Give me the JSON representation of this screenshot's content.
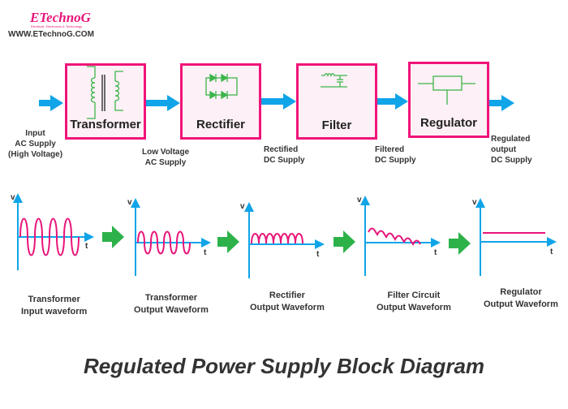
{
  "logo": {
    "name": "ETechnoG",
    "tagline": "Electrical, Electronics & Technology",
    "website": "WWW.ETechnoG.COM"
  },
  "colors": {
    "block_border": "#f0147a",
    "block_fill": "#fdf0f6",
    "flow_arrow": "#10a4e8",
    "symbol": "#3cb54a",
    "wave": "#e8157a",
    "axis": "#10a4e8",
    "step_arrow": "#2db24a"
  },
  "blocks": [
    {
      "label": "Transformer",
      "icon": "transformer-icon"
    },
    {
      "label": "Rectifier",
      "icon": "bridge-rectifier-icon"
    },
    {
      "label": "Filter",
      "icon": "lc-filter-icon"
    },
    {
      "label": "Regulator",
      "icon": "regulator-icon"
    }
  ],
  "signals": [
    "Input\nAC Supply\n(High Voltage)",
    "Low Voltage\nAC Supply",
    "Rectified\nDC Supply",
    "Filtered\nDC Supply",
    "Regulated\noutput\nDC Supply"
  ],
  "waveforms": [
    {
      "caption": "Transformer\nInput waveform",
      "v": "v",
      "t": "t"
    },
    {
      "caption": "Transformer\nOutput Waveform",
      "v": "v",
      "t": "t"
    },
    {
      "caption": "Rectifier\nOutput Waveform",
      "v": "v",
      "t": "t"
    },
    {
      "caption": "Filter Circuit\nOutput Waveform",
      "v": "v",
      "t": "t"
    },
    {
      "caption": "Regulator\nOutput Waveform",
      "v": "v",
      "t": "t"
    }
  ],
  "title": "Regulated Power Supply Block Diagram"
}
